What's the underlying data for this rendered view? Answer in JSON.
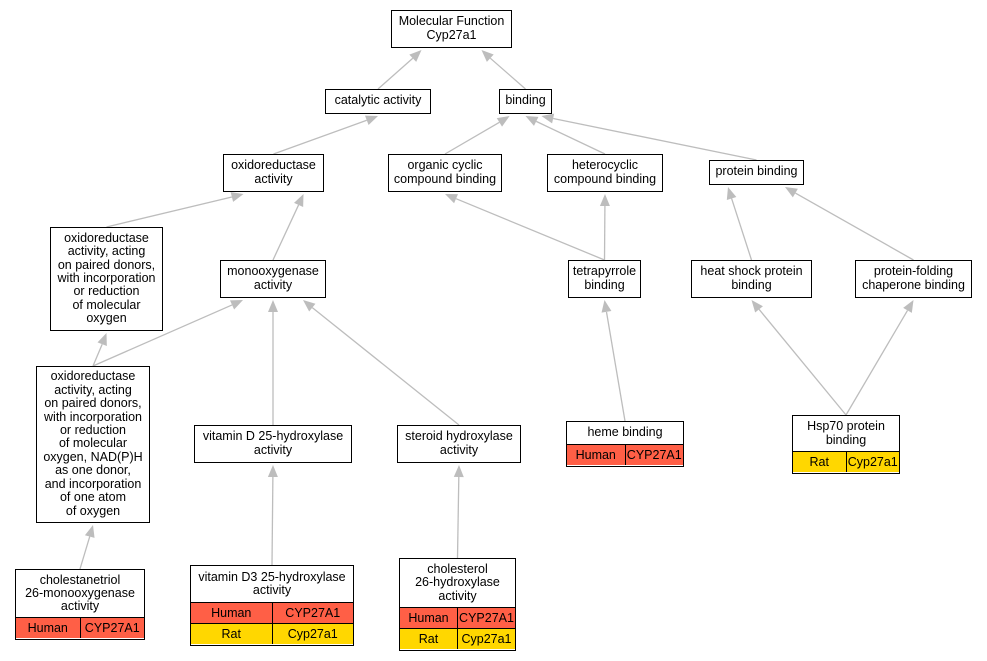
{
  "colors": {
    "human": "#ff5f46",
    "rat": "#ffd700",
    "edge": "#bdbdbd",
    "border": "#000000"
  },
  "nodes": {
    "root": {
      "label": "Molecular Function\nCyp27a1"
    },
    "catalytic": {
      "label": "catalytic activity"
    },
    "binding": {
      "label": "binding"
    },
    "oxidoreductase": {
      "label": "oxidoreductase\nactivity"
    },
    "organic_cyclic": {
      "label": "organic cyclic\ncompound binding"
    },
    "heterocyclic": {
      "label": "heterocyclic\ncompound binding"
    },
    "protein_binding": {
      "label": "protein binding"
    },
    "oxido_paired": {
      "label": "oxidoreductase\nactivity, acting\non paired donors,\nwith incorporation\nor reduction\nof molecular\noxygen"
    },
    "monooxygenase": {
      "label": "monooxygenase\nactivity"
    },
    "tetrapyrrole": {
      "label": "tetrapyrrole\nbinding"
    },
    "hsp_binding": {
      "label": "heat shock protein\nbinding"
    },
    "folding": {
      "label": "protein-folding\nchaperone binding"
    },
    "oxido_nadph": {
      "label": "oxidoreductase\nactivity, acting\non paired donors,\nwith incorporation\nor reduction\nof molecular\noxygen, NAD(P)H\nas one donor,\nand incorporation\nof one atom\nof oxygen"
    },
    "vitd25": {
      "label": "vitamin D 25-hydroxylase\nactivity"
    },
    "steroid": {
      "label": "steroid hydroxylase\nactivity"
    },
    "heme": {
      "label": "heme binding",
      "annotations": [
        {
          "species": "Human",
          "gene": "CYP27A1"
        }
      ]
    },
    "hsp70": {
      "label": "Hsp70 protein\nbinding",
      "annotations": [
        {
          "species": "Rat",
          "gene": "Cyp27a1"
        }
      ]
    },
    "cholestanetriol": {
      "label": "cholestanetriol\n26-monooxygenase\nactivity",
      "annotations": [
        {
          "species": "Human",
          "gene": "CYP27A1"
        }
      ]
    },
    "vitd3": {
      "label": "vitamin D3 25-hydroxylase\nactivity",
      "annotations": [
        {
          "species": "Human",
          "gene": "CYP27A1"
        },
        {
          "species": "Rat",
          "gene": "Cyp27a1"
        }
      ]
    },
    "cholesterol": {
      "label": "cholesterol\n26-hydroxylase\nactivity",
      "annotations": [
        {
          "species": "Human",
          "gene": "CYP27A1"
        },
        {
          "species": "Rat",
          "gene": "Cyp27a1"
        }
      ]
    }
  },
  "edges": [
    [
      "catalytic",
      "root"
    ],
    [
      "binding",
      "root"
    ],
    [
      "oxidoreductase",
      "catalytic"
    ],
    [
      "organic_cyclic",
      "binding"
    ],
    [
      "heterocyclic",
      "binding"
    ],
    [
      "protein_binding",
      "binding"
    ],
    [
      "oxido_paired",
      "oxidoreductase"
    ],
    [
      "monooxygenase",
      "oxidoreductase"
    ],
    [
      "oxido_nadph",
      "oxido_paired"
    ],
    [
      "oxido_nadph",
      "monooxygenase"
    ],
    [
      "vitd25",
      "monooxygenase"
    ],
    [
      "steroid",
      "monooxygenase"
    ],
    [
      "tetrapyrrole",
      "organic_cyclic"
    ],
    [
      "tetrapyrrole",
      "heterocyclic"
    ],
    [
      "heme",
      "tetrapyrrole"
    ],
    [
      "hsp_binding",
      "protein_binding"
    ],
    [
      "folding",
      "protein_binding"
    ],
    [
      "hsp70",
      "hsp_binding"
    ],
    [
      "hsp70",
      "folding"
    ],
    [
      "cholestanetriol",
      "oxido_nadph"
    ],
    [
      "vitd3",
      "vitd25"
    ],
    [
      "cholesterol",
      "steroid"
    ]
  ]
}
